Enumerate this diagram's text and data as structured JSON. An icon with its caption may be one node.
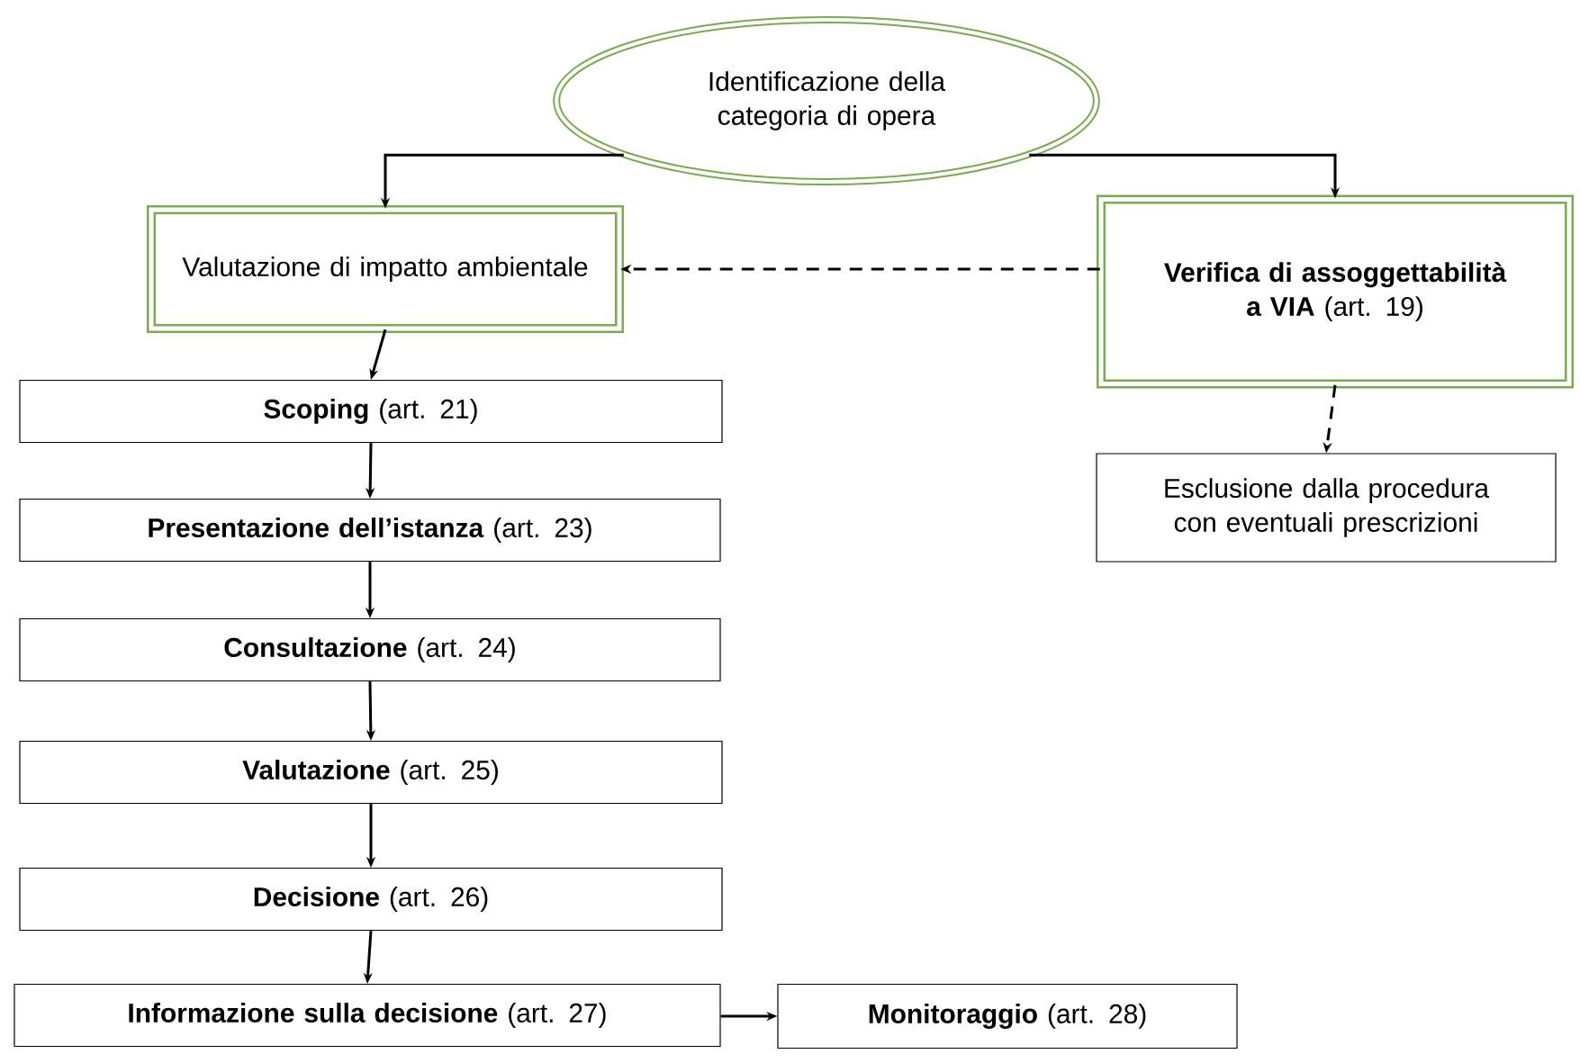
{
  "diagram": {
    "nodes": [
      {
        "text": [
          "Identificazione della categoria di opera"
        ]
      },
      {
        "text": [
          "Valutazione di impatto ambientale"
        ]
      },
      {
        "text": [
          "**Verifica di assoggettabilità a VIA** (art. 19)"
        ]
      },
      {
        "text": [
          "**Scoping** (art. 21)"
        ]
      },
      {
        "text": [
          "**Presentazione dell’istanza** (art. 23)"
        ]
      },
      {
        "text": [
          "**Consultazione** (art. 24)"
        ]
      },
      {
        "text": [
          "**Valutazione** (art. 25)"
        ]
      },
      {
        "text": [
          "**Decisione** (art. 26)"
        ]
      },
      {
        "text": [
          "**Informazione sulla decisione** (art. 27)"
        ]
      },
      {
        "text": [
          "**Monitoraggio** (art. 28)"
        ]
      },
      {
        "text": [
          "Esclusione dalla procedura con eventuali prescrizioni"
        ]
      }
    ],
    "edges": [
      {
        "from": 0,
        "to": 1,
        "arrow": "to"
      },
      {
        "from": 0,
        "to": 2,
        "arrow": "to"
      },
      {
        "from": 2,
        "to": 1,
        "arrow": "to",
        "style": "dashed"
      },
      {
        "from": 2,
        "to": 10,
        "arrow": "to",
        "style": "dashed"
      },
      {
        "from": 1,
        "to": 3,
        "arrow": "to"
      },
      {
        "from": 3,
        "to": 4,
        "arrow": "to"
      },
      {
        "from": 4,
        "to": 5,
        "arrow": "to"
      },
      {
        "from": 5,
        "to": 6,
        "arrow": "to"
      },
      {
        "from": 6,
        "to": 7,
        "arrow": "to"
      },
      {
        "from": 7,
        "to": 8,
        "arrow": "to"
      },
      {
        "from": 8,
        "to": 9,
        "arrow": "to"
      }
    ]
  }
}
